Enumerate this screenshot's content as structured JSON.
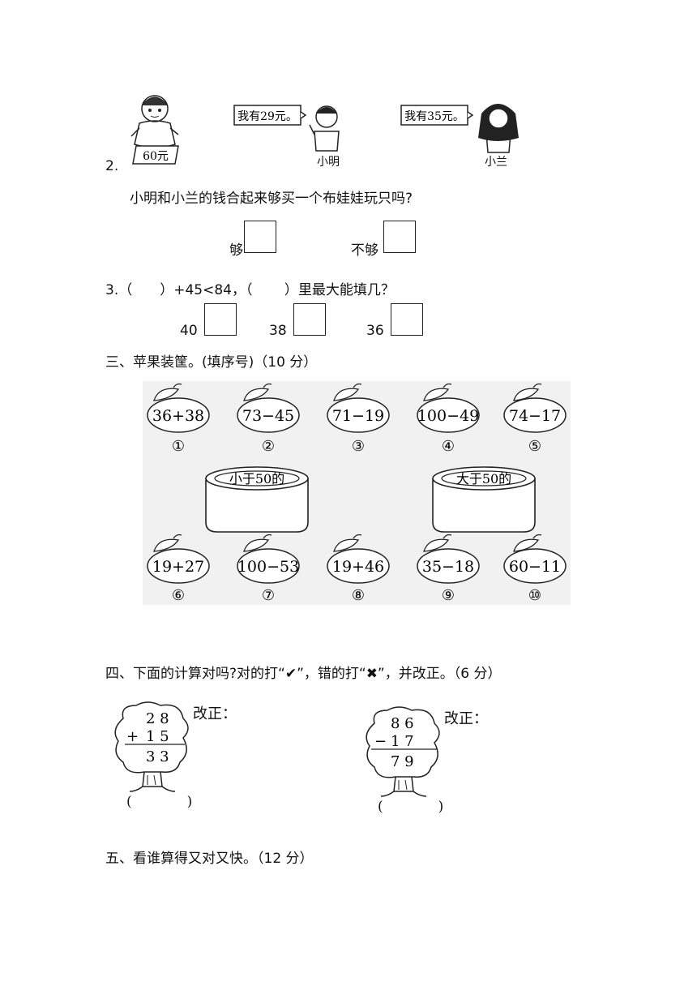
{
  "q2": {
    "number": "2.",
    "doll_price": "60元",
    "xiaoming_bubble": "我有29元。",
    "xiaoming_name": "小明",
    "xiaolan_bubble": "我有35元。",
    "xiaolan_name": "小兰",
    "question": "小明和小兰的钱合起来够买一个布娃娃玩只吗?",
    "option_enough": "够",
    "option_not_enough": "不够"
  },
  "q3": {
    "question": "3.（　　）+45<84，（　　 ）里最大能填几？",
    "options": [
      "40",
      "38",
      "36"
    ]
  },
  "section3": {
    "title": "三、苹果装筐。(填序号)（10 分）",
    "top_apples": [
      {
        "expr": "36+38",
        "num": "①"
      },
      {
        "expr": "73−45",
        "num": "②"
      },
      {
        "expr": "71−19",
        "num": "③"
      },
      {
        "expr": "100−49",
        "num": "④"
      },
      {
        "expr": "74−17",
        "num": "⑤"
      }
    ],
    "bottom_apples": [
      {
        "expr": "19+27",
        "num": "⑥"
      },
      {
        "expr": "100−53",
        "num": "⑦"
      },
      {
        "expr": "19+46",
        "num": "⑧"
      },
      {
        "expr": "35−18",
        "num": "⑨"
      },
      {
        "expr": "60−11",
        "num": "⑩"
      }
    ],
    "basket_less": "小于50的",
    "basket_greater": "大于50的"
  },
  "section4": {
    "title": "四、下面的计算对吗?对的打“✔”，错的打“✖”，并改正。（6 分）",
    "tree1": {
      "top": "2  8",
      "op": "+",
      "mid": "1  5",
      "result": "3  3",
      "label": "改正："
    },
    "tree2": {
      "top": "8  6",
      "op": "−",
      "mid": "1  7",
      "result": "7  9",
      "label": "改正："
    },
    "paren": "(　　　　)"
  },
  "section5": {
    "title": "五、看谁算得又对又快。（12 分）"
  }
}
